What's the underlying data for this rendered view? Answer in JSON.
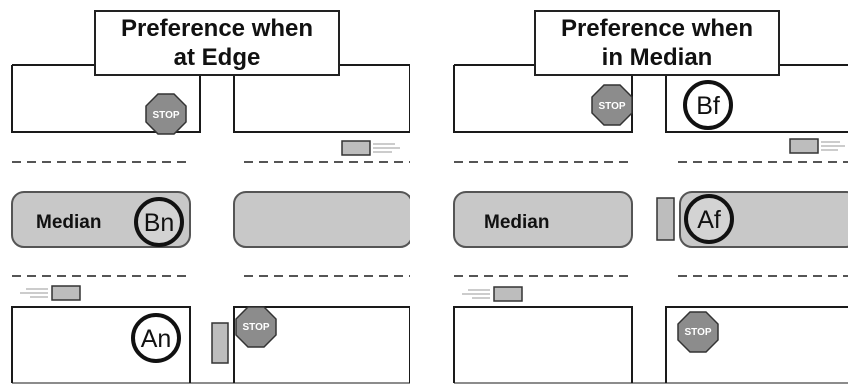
{
  "panels": [
    {
      "title_line1": "Preference when",
      "title_line2": "at Edge",
      "median_label": "Median",
      "stop_labels": [
        "STOP",
        "STOP"
      ],
      "markers": [
        "Bn",
        "An"
      ]
    },
    {
      "title_line1": "Preference when",
      "title_line2": "in Median",
      "median_label": "Median",
      "stop_labels": [
        "STOP",
        "STOP"
      ],
      "markers": [
        "Bf",
        "Af"
      ]
    }
  ],
  "colors": {
    "median_fill": "#c8c8c8",
    "stop_sign": "#8c8c8c",
    "vehicle": "#bdbdbd",
    "outline": "#1a1a1a"
  }
}
